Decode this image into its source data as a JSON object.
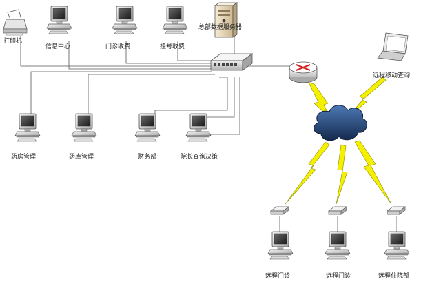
{
  "diagram": {
    "nodes": {
      "printer": "打印机",
      "info_center": "信息中心",
      "outpatient_fee": "门诊收费",
      "registration_fee": "挂号收费",
      "main_db_server": "总部数据服务器",
      "remote_mobile_query": "远程移动查询",
      "pharmacy_mgmt": "药房管理",
      "drug_storage_mgmt": "药库管理",
      "finance_dept": "财务部",
      "dean_query": "院长查询决策",
      "remote_outpatient_1": "远程门诊",
      "remote_outpatient_2": "远程门诊",
      "remote_inpatient": "远程住院部"
    },
    "colors": {
      "cloud": "#1f3f6e",
      "lightning": "#f4f000",
      "router": "#d22020",
      "server": "#e8d8b8",
      "wire": "#555555"
    }
  }
}
